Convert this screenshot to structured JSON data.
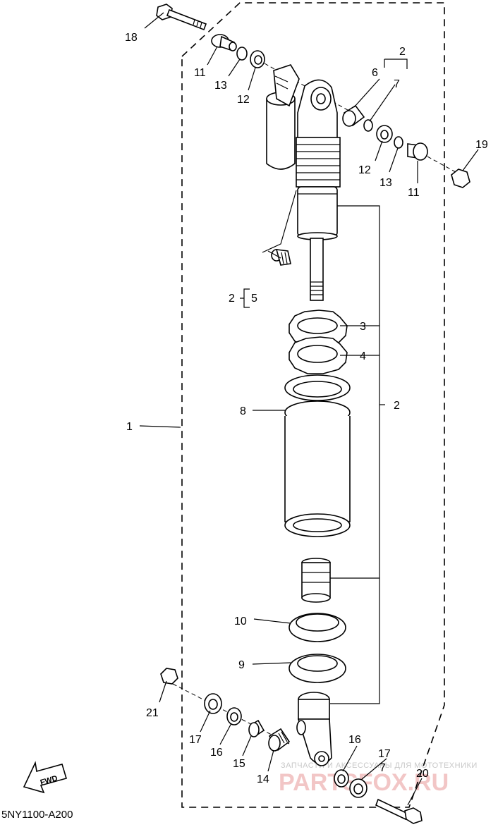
{
  "diagram_code": "5NY1100-A200",
  "watermark": {
    "line1": "ЗАПЧАСТИ И АКСЕССУАРЫ ДЛЯ МОТОТЕХНИКИ",
    "line2": "PARTSFOX.RU"
  },
  "fwd_label": "FWD",
  "callouts": {
    "c1": "1",
    "c2_top": "2",
    "c2_mid": "2",
    "c2_right": "2",
    "c3": "3",
    "c4": "4",
    "c5": "5",
    "c6": "6",
    "c7": "7",
    "c7_low": "7",
    "c8": "8",
    "c9": "9",
    "c10": "10",
    "c11_left": "11",
    "c11_right": "11",
    "c12_left": "12",
    "c12_right": "12",
    "c13_left": "13",
    "c13_right": "13",
    "c14": "14",
    "c15": "15",
    "c16_left": "16",
    "c16_right": "16",
    "c17_left": "17",
    "c17_right": "17",
    "c18": "18",
    "c19": "19",
    "c20": "20",
    "c21": "21"
  }
}
